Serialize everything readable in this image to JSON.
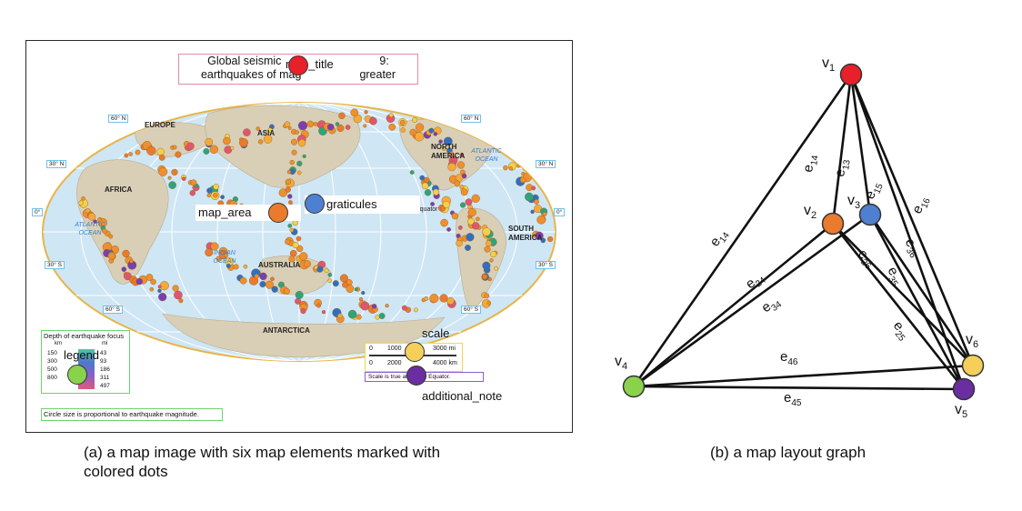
{
  "map": {
    "title_line1": "Global seismic",
    "title_line1b": "9:",
    "title_line2": "earthquakes of mag",
    "title_line2b": "greater",
    "labels": {
      "europe": "EUROPE",
      "asia": "ASIA",
      "africa": "AFRICA",
      "north_america": "NORTH AMERICA",
      "south_america": "SOUTH AMERICA",
      "australia": "AUSTRALIA",
      "antarctica": "ANTARCTICA"
    },
    "oceans": {
      "atlantic_ne": "ATLANTIC OCEAN",
      "atlantic_w": "ATLANTIC OCEAN",
      "indian": "INDIAN OCEAN"
    },
    "graticule_tags": [
      "60° N",
      "60° N",
      "30° N",
      "30° N",
      "0°",
      "0°",
      "30° S",
      "30° S",
      "60° S",
      "60° S"
    ],
    "equator_label": "Equator",
    "legend": {
      "title": "Depth of earthquake focus",
      "unit_km": "km",
      "unit_mi": "mi",
      "rows_km": [
        "",
        "150",
        "300",
        "500",
        "800"
      ],
      "rows_mi": [
        "43",
        "93",
        "186",
        "311",
        "497"
      ],
      "note": "Circle size is proportional to earthquake magnitude."
    },
    "scale": {
      "row1_left": "0",
      "row1_mid": "1000",
      "row1_right": "3000 mi",
      "row2_left": "0",
      "row2_mid": "2000",
      "row2_right": "4000 km",
      "note": "Scale is true along the Equator."
    }
  },
  "annotations": {
    "map_title": "map_title",
    "map_area": "map_area",
    "graticules": "graticules",
    "legend": "legend",
    "scale": "scale",
    "additional_note": "additional_note"
  },
  "colors": {
    "map_title": "#e8202a",
    "map_area": "#ea7a2c",
    "graticules": "#4f7fd0",
    "legend": "#8ad24c",
    "scale": "#f5cf5a",
    "additional_note": "#6a2ea0"
  },
  "graph": {
    "vertices": [
      "v",
      "v",
      "v",
      "v",
      "v",
      "v"
    ],
    "vertex_subs": [
      "1",
      "2",
      "3",
      "4",
      "5",
      "6"
    ],
    "edges": [
      "e",
      "e",
      "e",
      "e",
      "e",
      "e",
      "e",
      "e",
      "e",
      "e",
      "e"
    ],
    "edge_subs": [
      "14",
      "13",
      "15",
      "16",
      "14",
      "24",
      "34",
      "26",
      "36",
      "35",
      "25",
      "46",
      "45"
    ]
  },
  "captions": {
    "a": "(a) a map image with six map elements marked with colored dots",
    "a_line1": "(a) a map image with six map elements marked with",
    "a_line2": "colored dots",
    "b": "(b) a map layout graph"
  }
}
